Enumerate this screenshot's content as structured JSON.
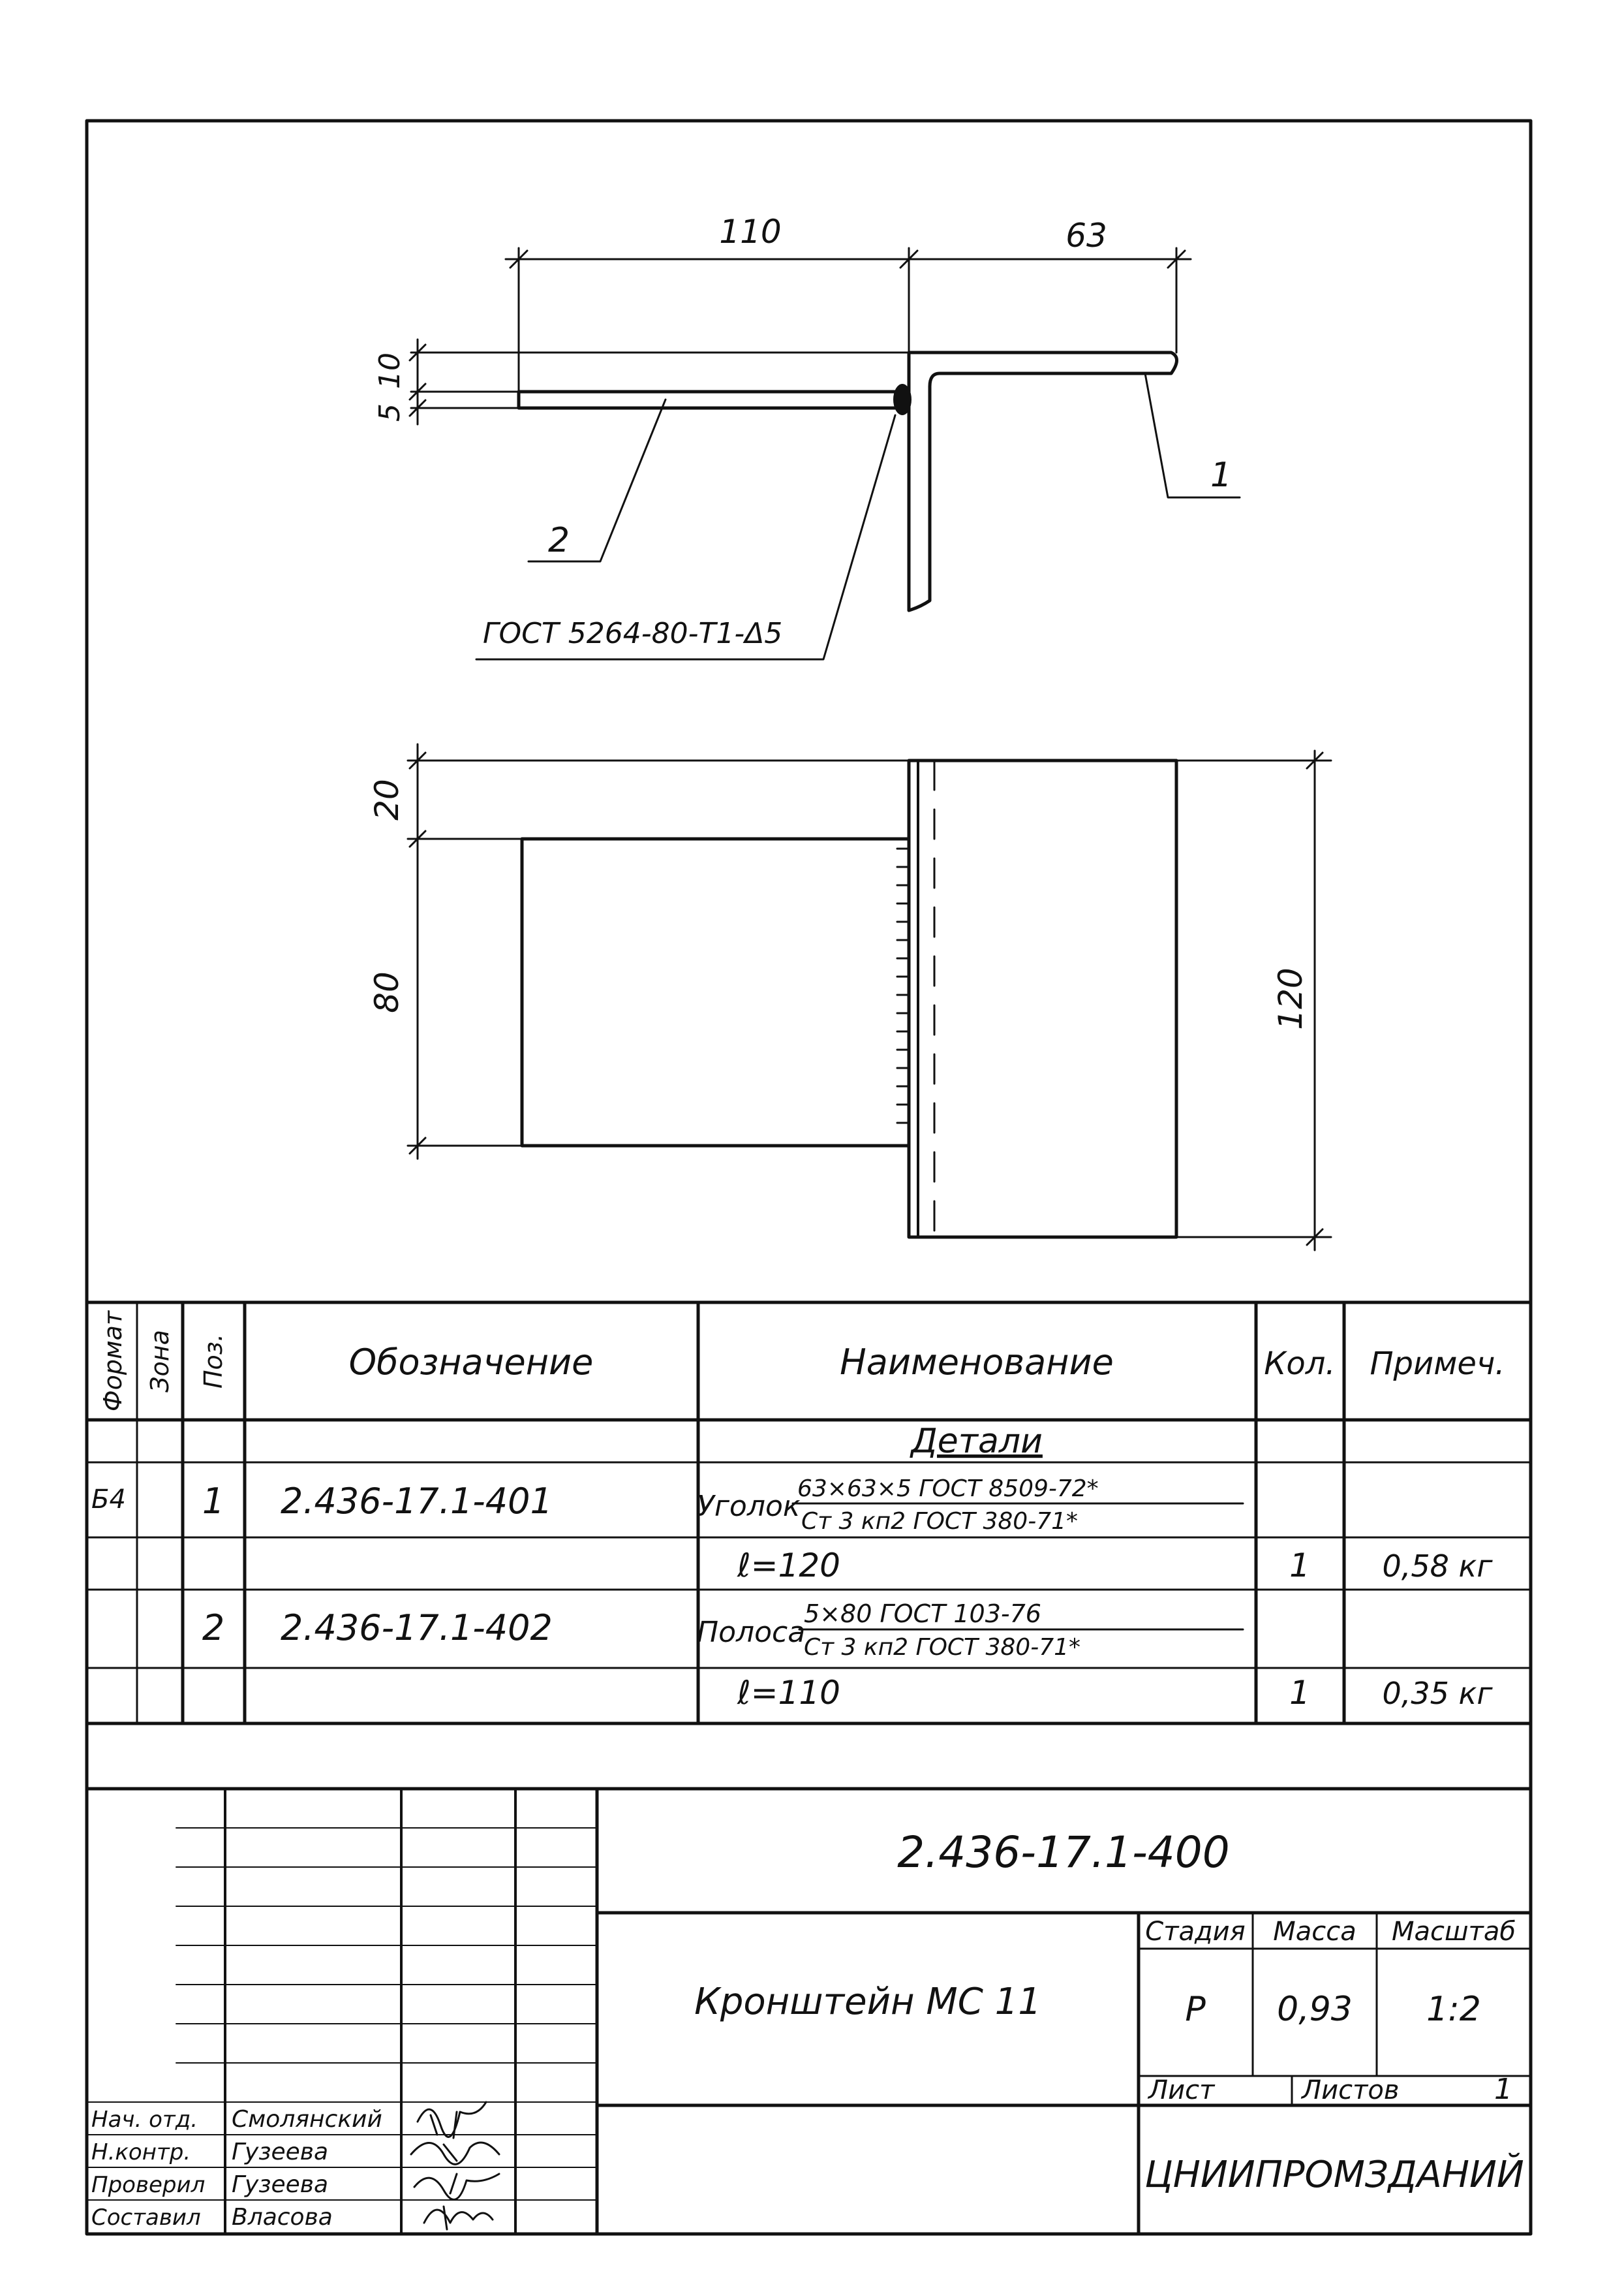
{
  "drawing": {
    "dims_top": {
      "d110": "110",
      "d63": "63",
      "d10": "10",
      "d5": "5"
    },
    "dims_plan": {
      "d20": "20",
      "d80": "80",
      "d120": "120"
    },
    "leaders": {
      "pos1": "1",
      "pos2": "2",
      "weld": "ГОСТ 5264-80-Т1-Δ5"
    }
  },
  "spec_table": {
    "headers": {
      "format": "Формат",
      "zone": "Зона",
      "pos": "Поз.",
      "designation": "Обозначение",
      "name": "Наименование",
      "qty": "Кол.",
      "note": "Примеч."
    },
    "section": "Детали",
    "rows": [
      {
        "format": "Б4",
        "pos": "1",
        "designation": "2.436-17.1-401",
        "name_prefix": "Уголок",
        "name_top": "63×63×5 ГОСТ 8509-72*",
        "name_bottom": "Ст 3 кп2 ГОСТ 380-71*",
        "length": "ℓ=120",
        "qty": "1",
        "note": "0,58 кг"
      },
      {
        "format": "",
        "pos": "2",
        "designation": "2.436-17.1-402",
        "name_prefix": "Полоса",
        "name_top": "5×80 ГОСТ 103-76",
        "name_bottom": "Ст 3 кп2 ГОСТ 380-71*",
        "length": "ℓ=110",
        "qty": "1",
        "note": "0,35 кг"
      }
    ]
  },
  "title_block": {
    "doc_number": "2.436-17.1-400",
    "title": "Кронштейн МС 11",
    "stage_label": "Стадия",
    "mass_label": "Масса",
    "scale_label": "Масштаб",
    "stage": "Р",
    "mass": "0,93",
    "scale": "1:2",
    "sheet_label": "Лист",
    "sheets_label": "Листов",
    "sheets": "1",
    "org": "ЦНИИПРОМЗДАНИЙ",
    "roles": [
      "Нач. отд.",
      "Н.контр.",
      "Проверил",
      "Составил"
    ],
    "names": [
      "Смолянский",
      "Гузеева",
      "Гузеева",
      "Власова"
    ]
  }
}
